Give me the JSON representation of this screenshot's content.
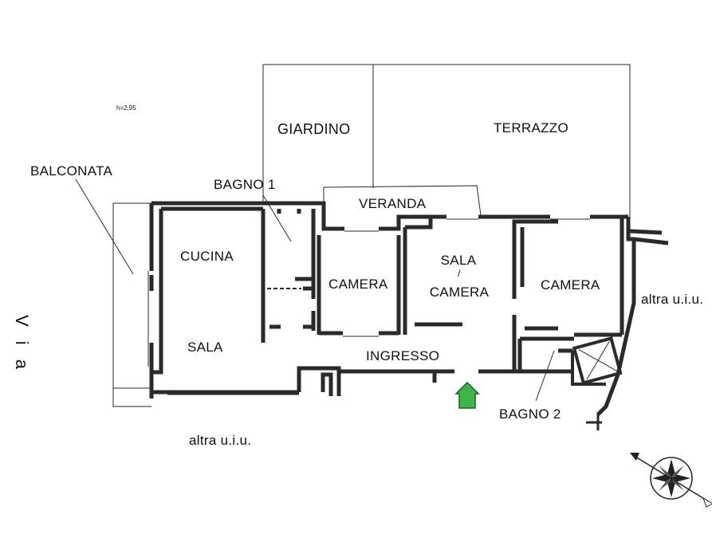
{
  "header": {
    "height_note": "h=2,95"
  },
  "rooms": {
    "giardino": "GIARDINO",
    "terrazzo": "TERRAZZO",
    "veranda": "VERANDA",
    "balconata": "BALCONATA",
    "bagno1": "BAGNO 1",
    "cucina": "CUCINA",
    "sala_left": "SALA",
    "camera_1": "CAMERA",
    "sala_camera_top": "SALA",
    "sala_camera_slash": "/",
    "sala_camera_bottom": "CAMERA",
    "camera_2": "CAMERA",
    "ingresso": "INGRESSO",
    "bagno2": "BAGNO 2"
  },
  "surroundings": {
    "via": "V i a",
    "altra_right": "altra u.i.u.",
    "altra_bottom": "altra u.i.u."
  },
  "colors": {
    "walls": "#2a2a2a",
    "entrance_arrow": "#3cb54a",
    "paper": "#ffffff"
  },
  "icons": {
    "compass": "compass-rose-icon",
    "entrance": "entrance-arrow-icon"
  }
}
